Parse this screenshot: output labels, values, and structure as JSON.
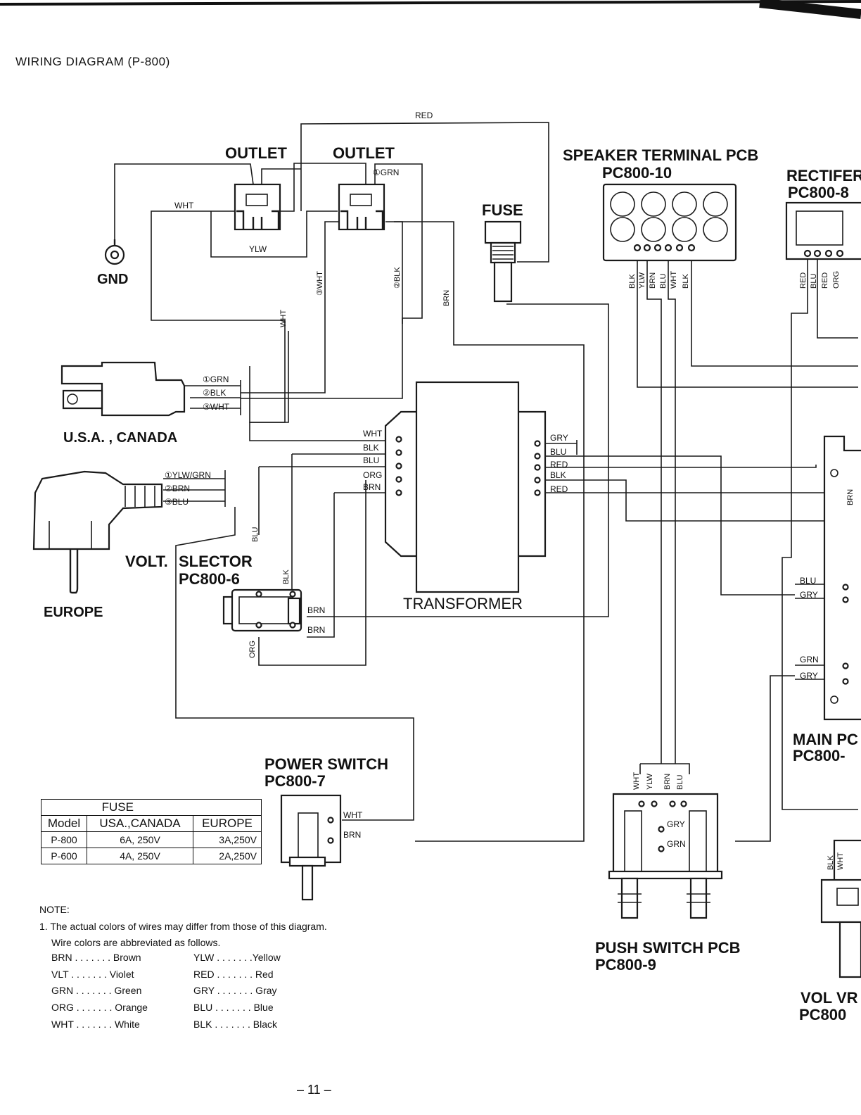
{
  "header": {
    "title": "WIRING DIAGRAM (P-800)"
  },
  "components": {
    "outlet_left": "OUTLET",
    "outlet_right": "OUTLET",
    "gnd": "GND",
    "fuse": "FUSE",
    "speaker_pcb": "SPEAKER TERMINAL PCB",
    "speaker_pcb_id": "PC800-10",
    "rectifier": "RECTIFER",
    "rectifier_id": "PC800-8",
    "plug_usa": "U.S.A. , CANADA",
    "plug_europe": "EUROPE",
    "volt_selector": "VOLT.",
    "volt_selector2": "SLECTOR",
    "volt_selector_id": "PC800-6",
    "transformer": "TRANSFORMER",
    "power_switch": "POWER SWITCH",
    "power_switch_id": "PC800-7",
    "push_switch_pcb": "PUSH SWITCH PCB",
    "push_switch_pcb_id": "PC800-9",
    "main_pcb": "MAIN PC",
    "main_pcb_id": "PC800-",
    "vol_pcb": "VOL VR",
    "vol_pcb_id": "PC800"
  },
  "wire_labels": {
    "red_top": "RED",
    "wht_outlet": "WHT",
    "ylw_outlet": "YLW",
    "grn_outlet": "①GRN",
    "wht3": "③WHT",
    "blk2": "②BLK",
    "wht_v": "WHT",
    "brn_v": "BRN",
    "usa_grn": "①GRN",
    "usa_blk": "②BLK",
    "usa_wht": "③WHT",
    "eu_ylwgrn": "①YLW/GRN",
    "eu_brn": "②BRN",
    "eu_blu": "③BLU",
    "t_wht": "WHT",
    "t_blk": "BLK",
    "t_blu": "BLU",
    "t_org": "ORG",
    "t_brn": "BRN",
    "t_gry": "GRY",
    "t_blu2": "BLU",
    "t_red": "RED",
    "t_blk2": "BLK",
    "t_red2": "RED",
    "vs_blu": "BLU",
    "vs_blk": "BLK",
    "vs_brn1": "BRN",
    "vs_brn2": "BRN",
    "vs_org": "ORG",
    "sp_blk": "BLK",
    "sp_ylw": "YLW",
    "sp_brn": "BRN",
    "sp_blu": "BLU",
    "sp_wht": "WHT",
    "sp_blk2": "BLK",
    "rc_red": "RED",
    "rc_blu": "BLU",
    "rc_red2": "RED",
    "rc_org": "ORG",
    "ps_wht": "WHT",
    "ps_brn": "BRN",
    "pu_wht": "WHT",
    "pu_ylw": "YLW",
    "pu_brn": "BRN",
    "pu_blu": "BLU",
    "pu_gry": "GRY",
    "pu_grn": "GRN",
    "mp_blu": "BLU",
    "mp_gry": "GRY",
    "mp_grn": "GRN",
    "mp_gry2": "GRY",
    "mp_brn": "BRN",
    "vol_blk": "BLK",
    "vol_wht": "WHT"
  },
  "fuse_table": {
    "caption": "FUSE",
    "columns": [
      "Model",
      "USA.,CANADA",
      "EUROPE"
    ],
    "rows": [
      [
        "P-800",
        "6A, 250V",
        "3A,250V"
      ],
      [
        "P-600",
        "4A, 250V",
        "2A,250V"
      ]
    ]
  },
  "notes": {
    "heading": "NOTE:",
    "line1": "1. The actual colors of wires may differ from those of this diagram.",
    "line2": "Wire colors are abbreviated as follows.",
    "abbreviations": [
      [
        "BRN . . . . . . . Brown",
        "YLW . . . . . . .Yellow"
      ],
      [
        "VLT . . . . . . . Violet",
        "RED . . . . . . . Red"
      ],
      [
        "GRN . . . . . . . Green",
        "GRY . . . . . . . Gray"
      ],
      [
        "ORG . . . . . . . Orange",
        "BLU . . . . . . . Blue"
      ],
      [
        "WHT . . . . . . . White",
        "BLK . . . . . . . Black"
      ]
    ]
  },
  "footer": {
    "page_number": "– 11 –"
  }
}
